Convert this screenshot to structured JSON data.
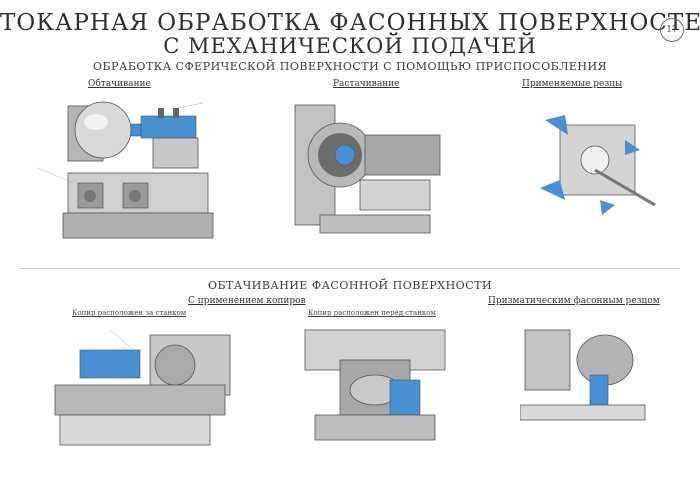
{
  "title": {
    "line1": "ТОКАРНАЯ ОБРАБОТКА ФАСОННЫХ ПОВЕРХНОСТЕЙ",
    "line2": "С МЕХАНИЧЕСКОЙ ПОДАЧЕЙ"
  },
  "page_number": "17",
  "section1": {
    "heading": "ОБРАБОТКА СФЕРИЧЕСКОЙ ПОВЕРХНОСТИ С ПОМОЩЬЮ ПРИСПОСОБЛЕНИЯ",
    "sub_left": "Обтачивание",
    "sub_middle": "Растачивание",
    "sub_right": "Применяемые резцы"
  },
  "section2": {
    "heading": "ОБТАЧИВАНИЕ ФАСОННОЙ ПОВЕРХНОСТИ",
    "sub_left": "С применением копиров",
    "sub_right": "Призматическим фасонным резцом",
    "cap_left": "Копир расположен за станком",
    "cap_middle": "Копир расположен перед станком"
  },
  "colors": {
    "accent": "#4a8fd0",
    "metal": "#9a9a9a",
    "metal_light": "#d4d4d4",
    "metal_dark": "#5a5a5a"
  }
}
